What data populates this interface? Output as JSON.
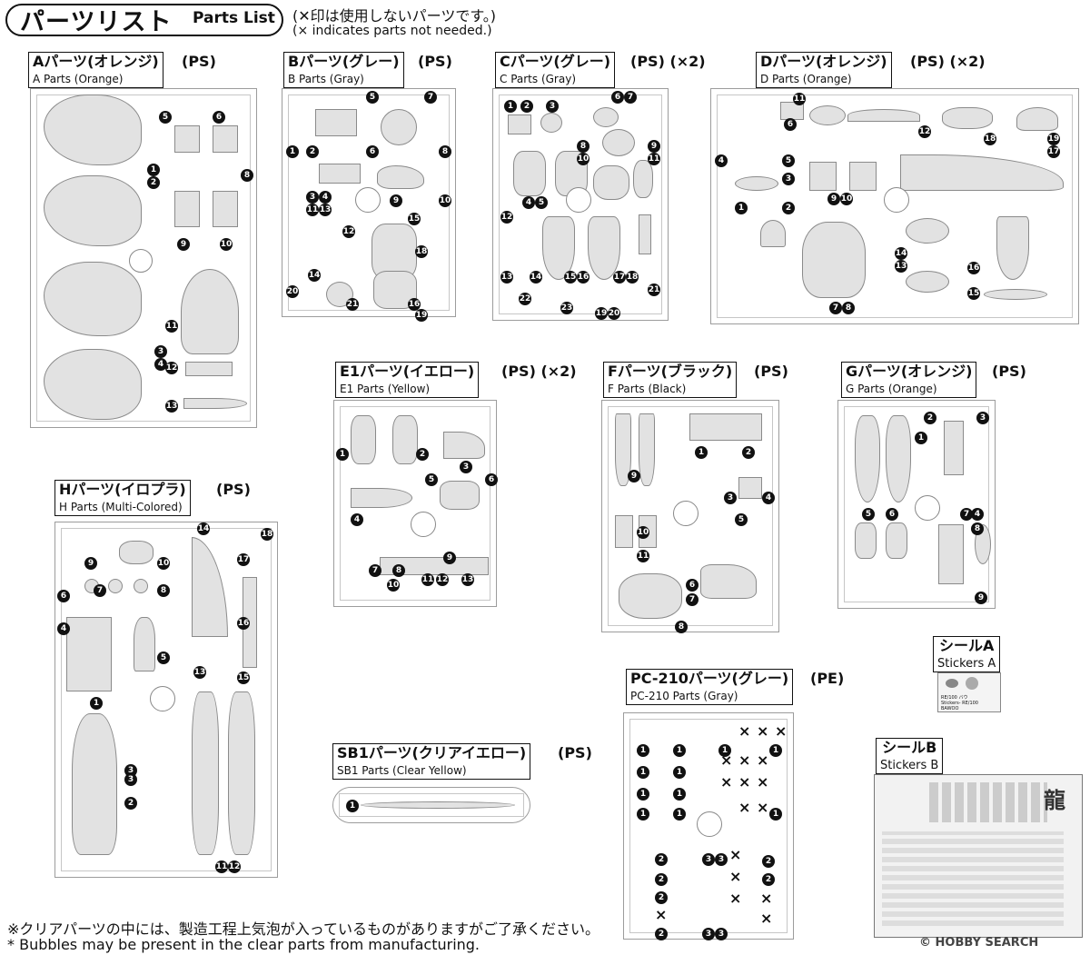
{
  "header": {
    "title_jp": "パーツリスト",
    "title_en": "Parts List",
    "note_jp": "(✕印は使用しないパーツです。)",
    "note_en": "(× indicates parts not needed.)"
  },
  "runners": {
    "A": {
      "jp": "Aパーツ(オレンジ)",
      "extra": "(PS)",
      "en": "A Parts (Orange)",
      "numbers": [
        "5",
        "6",
        "1",
        "2",
        "8",
        "9",
        "10",
        "11",
        "3",
        "4",
        "12",
        "13"
      ]
    },
    "B": {
      "jp": "Bパーツ(グレー)",
      "extra": "(PS)",
      "en": "B Parts (Gray)",
      "numbers": [
        "5",
        "7",
        "1",
        "2",
        "6",
        "8",
        "3",
        "4",
        "11",
        "13",
        "9",
        "10",
        "15",
        "12",
        "18",
        "14",
        "20",
        "21",
        "16",
        "19"
      ]
    },
    "C": {
      "jp": "Cパーツ(グレー)",
      "extra": "(PS) (×2)",
      "en": "C Parts (Gray)",
      "numbers": [
        "6",
        "7",
        "1",
        "2",
        "3",
        "8",
        "10",
        "9",
        "11",
        "4",
        "5",
        "12",
        "14",
        "15",
        "16",
        "17",
        "18",
        "13",
        "21",
        "22",
        "23",
        "19",
        "20"
      ]
    },
    "D": {
      "jp": "Dパーツ(オレンジ)",
      "extra": "(PS) (×2)",
      "en": "D Parts (Orange)",
      "numbers": [
        "11",
        "6",
        "12",
        "18",
        "19",
        "17",
        "4",
        "5",
        "3",
        "9",
        "10",
        "1",
        "2",
        "14",
        "13",
        "16",
        "15",
        "7",
        "8"
      ]
    },
    "E1": {
      "jp": "E1パーツ(イエロー)",
      "extra": "(PS) (×2)",
      "en": "E1 Parts (Yellow)",
      "numbers": [
        "1",
        "2",
        "3",
        "5",
        "6",
        "4",
        "7",
        "8",
        "9",
        "10",
        "11",
        "12",
        "13"
      ]
    },
    "F": {
      "jp": "Fパーツ(ブラック)",
      "extra": "(PS)",
      "en": "F Parts (Black)",
      "numbers": [
        "1",
        "2",
        "9",
        "3",
        "4",
        "5",
        "10",
        "11",
        "6",
        "7",
        "8"
      ]
    },
    "G": {
      "jp": "Gパーツ(オレンジ)",
      "extra": "(PS)",
      "en": "G Parts (Orange)",
      "numbers": [
        "2",
        "3",
        "1",
        "5",
        "6",
        "7",
        "4",
        "8",
        "9"
      ]
    },
    "H": {
      "jp": "Hパーツ(イロプラ)",
      "extra": "(PS)",
      "en": "H Parts (Multi-Colored)",
      "numbers": [
        "18",
        "14",
        "17",
        "9",
        "10",
        "6",
        "7",
        "8",
        "16",
        "4",
        "5",
        "3",
        "13",
        "15",
        "1",
        "3",
        "2",
        "11",
        "12"
      ]
    },
    "SB1": {
      "jp": "SB1パーツ(クリアイエロー)",
      "extra": "(PS)",
      "en": "SB1 Parts (Clear Yellow)",
      "numbers": [
        "1"
      ]
    },
    "PC210": {
      "jp": "PC-210パーツ(グレー)",
      "extra": "(PE)",
      "en": "PC-210 Parts (Gray)",
      "numbers": [
        "1",
        "2",
        "3"
      ]
    }
  },
  "stickers": {
    "A": {
      "jp": "シールA",
      "en": "Stickers A",
      "small_text": "RE/100 バウ  Stickers- RE/100 BAWOO"
    },
    "B": {
      "jp": "シールB",
      "en": "Stickers B",
      "logo_text": "龍"
    }
  },
  "footer": {
    "note_jp": "※クリアパーツの中には、製造工程上気泡が入っているものがありますがご了承ください。",
    "note_en": "* Bubbles may be present in the clear parts from manufacturing."
  },
  "watermark": "© HOBBY SEARCH"
}
